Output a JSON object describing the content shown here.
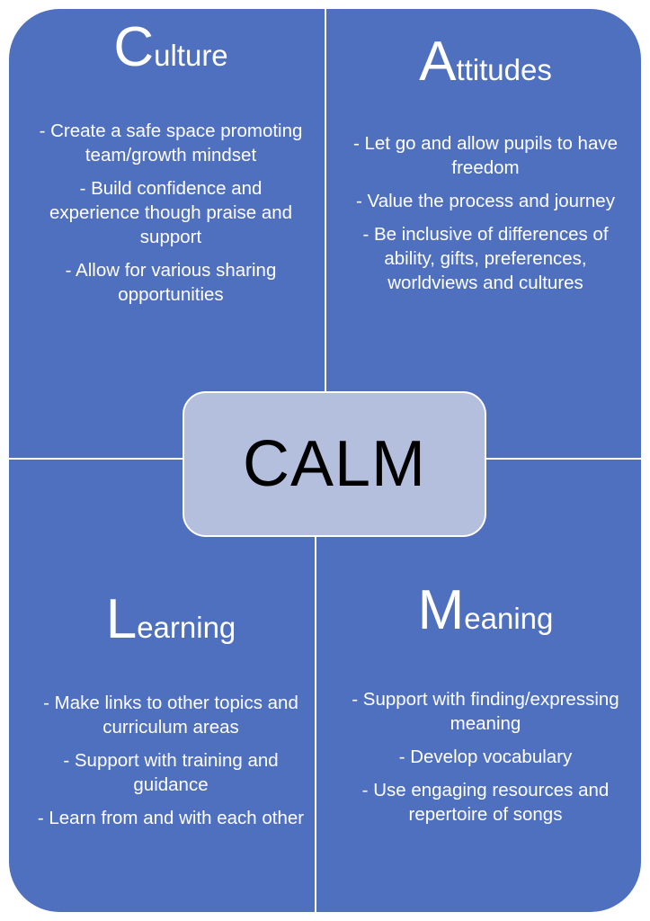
{
  "center_label": "CALM",
  "quadrants": {
    "culture": {
      "initial": "C",
      "rest": "ulture",
      "points": [
        "- Create a safe space promoting team/growth mindset",
        "- Build confidence and experience though praise and support",
        "- Allow for various sharing opportunities"
      ]
    },
    "attitudes": {
      "initial": "A",
      "rest": "ttitudes",
      "points": [
        "- Let go and allow pupils to have freedom",
        "- Value the process and journey",
        "- Be inclusive of differences of ability, gifts, preferences, worldviews  and cultures"
      ]
    },
    "learning": {
      "initial": "L",
      "rest": "earning",
      "points": [
        "- Make links to other topics and curriculum areas",
        "- Support with training and guidance",
        "- Learn from and with each other"
      ]
    },
    "meaning": {
      "initial": "M",
      "rest": "eaning",
      "points": [
        "- Support with finding/expressing meaning",
        "- Develop vocabulary",
        "- Use engaging resources and repertoire of songs"
      ]
    }
  },
  "colors": {
    "background": "#4f6fbf",
    "center_fill": "#b4bedd",
    "text": "#ffffff",
    "center_text": "#000000"
  }
}
